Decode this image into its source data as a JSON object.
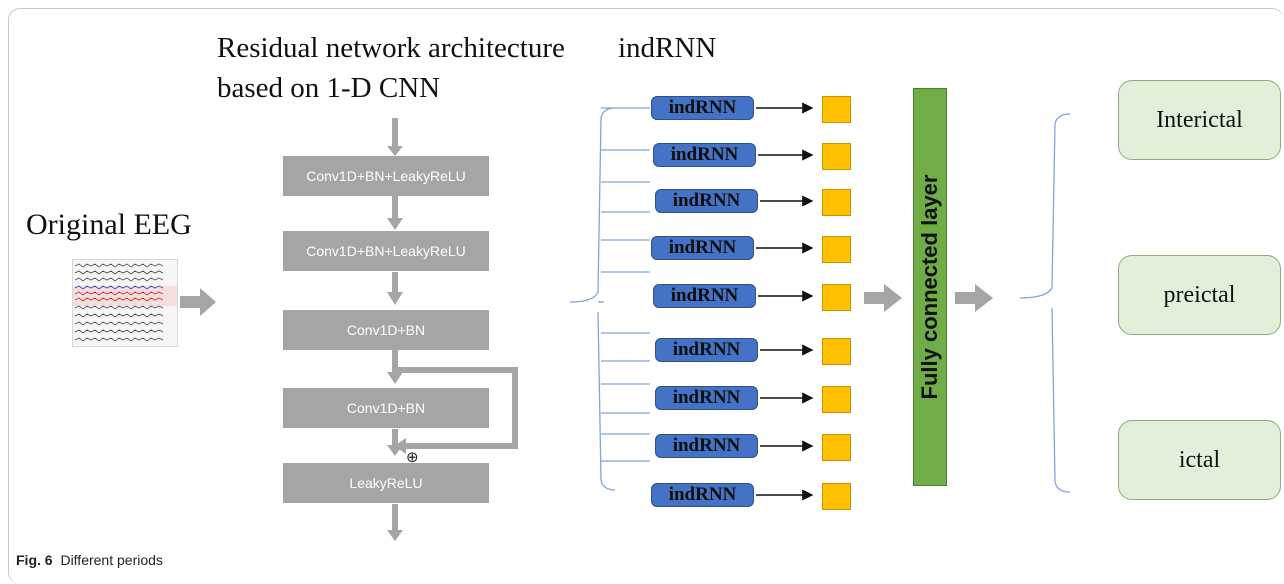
{
  "titles": {
    "resnet_line1": "Residual network architecture",
    "resnet_line2": "based on 1-D CNN",
    "indrnn": "indRNN",
    "input": "Original EEG"
  },
  "resnet_blocks": [
    "Conv1D+BN+LeakyReLU",
    "Conv1D+BN+LeakyReLU",
    "Conv1D+BN",
    "Conv1D+BN",
    "LeakyReLU"
  ],
  "residual_symbol": "⊕",
  "indrnn_units": [
    "indRNN",
    "indRNN",
    "indRNN",
    "indRNN",
    "indRNN",
    "indRNN",
    "indRNN",
    "indRNN",
    "indRNN"
  ],
  "fc_layer": "Fully connected layer",
  "classes": [
    "Interictal",
    "preictal",
    "ictal"
  ],
  "caption": {
    "label": "Fig. 6",
    "text": "Different periods"
  },
  "colors": {
    "block_gray": "#a5a5a5",
    "indrnn_blue": "#4472c4",
    "output_orange": "#ffc000",
    "fc_green": "#70ad47",
    "class_green": "#e2efd9",
    "bracket_blue": "#7da7d9"
  }
}
